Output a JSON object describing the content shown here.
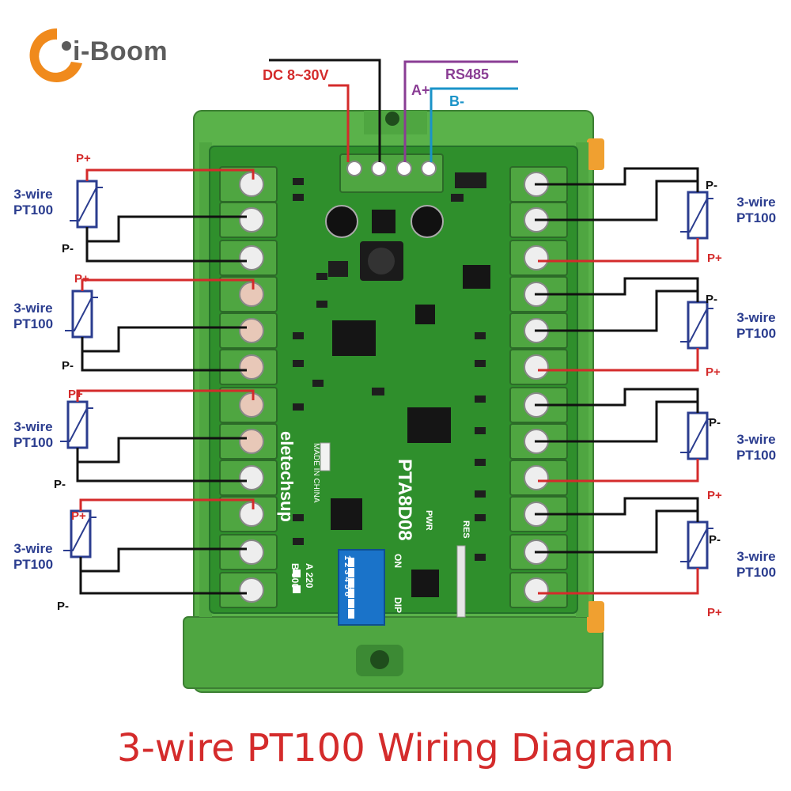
{
  "brand": {
    "logo_text": "i-Boom"
  },
  "power": {
    "label": "DC 8~30V"
  },
  "rs485": {
    "label": "RS485",
    "a_label": "A+",
    "b_label": "B-"
  },
  "board": {
    "brand_text": "eletechsup",
    "made_text": "MADE IN CHINA",
    "model_text": "PTA8D08",
    "dip_on": "ON",
    "dip_label": "DIP",
    "dip_numbers": "1 2 3 4 5 6",
    "baud_a": "A 220",
    "baud_b": "B 500",
    "pwr_label": "PWR",
    "res_label": "RES"
  },
  "sensors": {
    "name_line1": "3-wire",
    "name_line2": "PT100",
    "p_plus": "P+",
    "p_minus": "P-"
  },
  "caption": "3-wire PT100 Wiring Diagram",
  "colors": {
    "board_green": "#3a9a34",
    "enclosure_green": "#55b047",
    "wire_red": "#d42b2b",
    "wire_black": "#111111",
    "wire_purple": "#8a3d94",
    "wire_cyan": "#1a93c8",
    "label_blue": "#2b3d8f",
    "logo_orange": "#f08a1c"
  }
}
